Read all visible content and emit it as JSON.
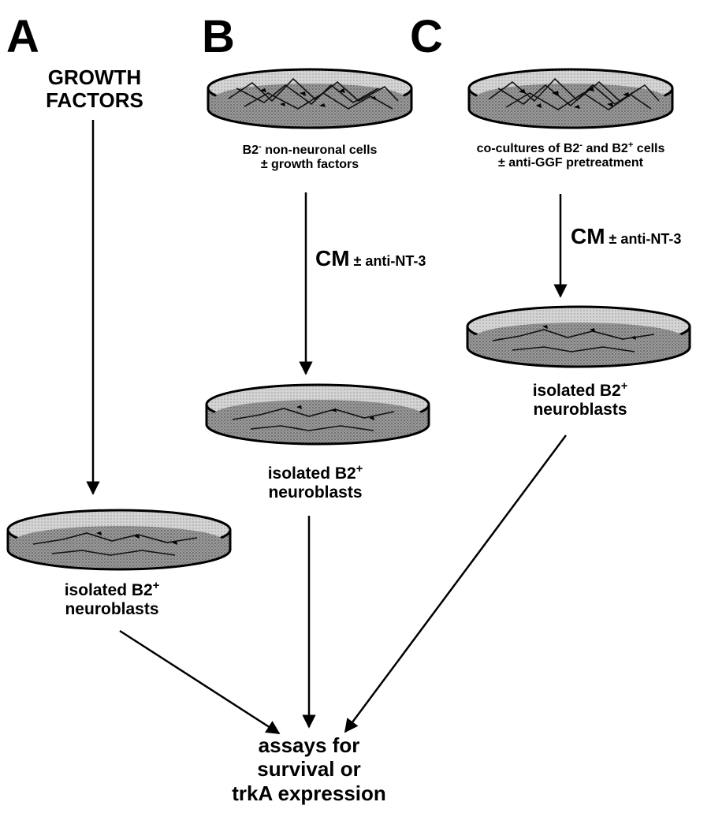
{
  "panels": {
    "a": "A",
    "b": "B",
    "c": "C"
  },
  "panel_a": {
    "input_label_line1": "GROWTH",
    "input_label_line2": "FACTORS",
    "dish_label_line1": "isolated B2",
    "dish_label_sup": "+",
    "dish_label_line2": "neuroblasts"
  },
  "panel_b": {
    "top_label_line1_a": "B2",
    "top_label_line1_sup": "-",
    "top_label_line1_b": " non-neuronal cells",
    "top_label_line2": "± growth factors",
    "arrow_label_main": "CM",
    "arrow_label_rest": " ± anti-NT-3",
    "dish_label_line1": "isolated B2",
    "dish_label_sup": "+",
    "dish_label_line2": "neuroblasts"
  },
  "panel_c": {
    "top_label_line1_a": "co-cultures of B2",
    "top_label_line1_sup1": "-",
    "top_label_line1_b": " and B2",
    "top_label_line1_sup2": "+",
    "top_label_line1_c": " cells",
    "top_label_line2": "± anti-GGF pretreatment",
    "arrow_label_main": "CM",
    "arrow_label_rest": " ± anti-NT-3",
    "dish_label_line1": "isolated B2",
    "dish_label_sup": "+",
    "dish_label_line2": "neuroblasts"
  },
  "outcome": {
    "line1": "assays for",
    "line2": "survival or",
    "line3": "trkA expression"
  },
  "colors": {
    "ink": "#000000",
    "dish_fill": "#8a8a8a",
    "dish_top": "#c8c8c8",
    "background": "#ffffff"
  }
}
